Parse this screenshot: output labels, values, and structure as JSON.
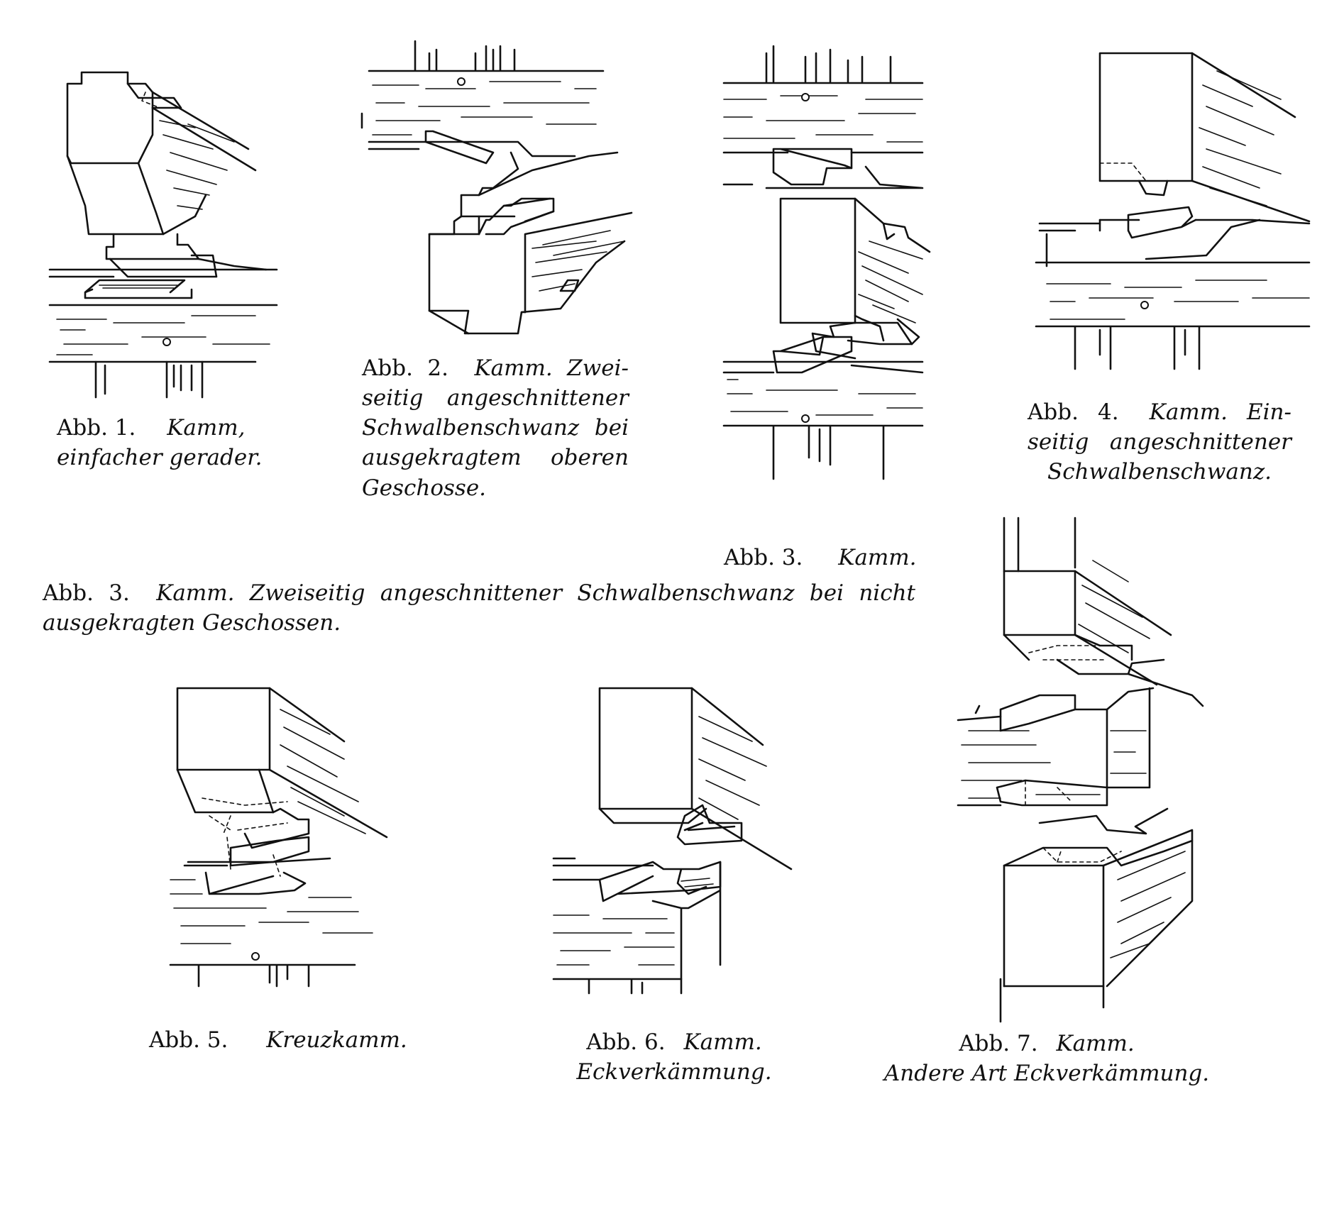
{
  "captions": {
    "fig1": {
      "label": "Abb. 1.",
      "line1": "Kamm,",
      "line2": "einfacher gerader."
    },
    "fig2": {
      "label": "Abb. 2.",
      "line1": "Kamm. Zwei-",
      "line2": "seitig angeschnittener",
      "line3": "Schwalbenschwanz bei",
      "line4": "ausgekragtem oberen",
      "line5": "Geschosse."
    },
    "fig3_short": {
      "label": "Abb. 3.",
      "text": "Kamm."
    },
    "fig3_long": {
      "label": "Abb. 3.",
      "line1": "Kamm. Zweiseitig angeschnittener Schwalbenschwanz bei nicht",
      "line2": "ausgekragten Geschossen."
    },
    "fig4": {
      "label": "Abb. 4.",
      "line1": "Kamm. Ein-",
      "line2": "seitig angeschnittener",
      "line3": "Schwalbenschwanz."
    },
    "fig5": {
      "label": "Abb. 5.",
      "text": "Kreuzkamm."
    },
    "fig6": {
      "label": "Abb. 6.",
      "line1": "Kamm.",
      "line2": "Eckverkämmung."
    },
    "fig7": {
      "label": "Abb. 7.",
      "line1": "Kamm.",
      "line2": "Andere Art Eckverkämmung."
    }
  }
}
